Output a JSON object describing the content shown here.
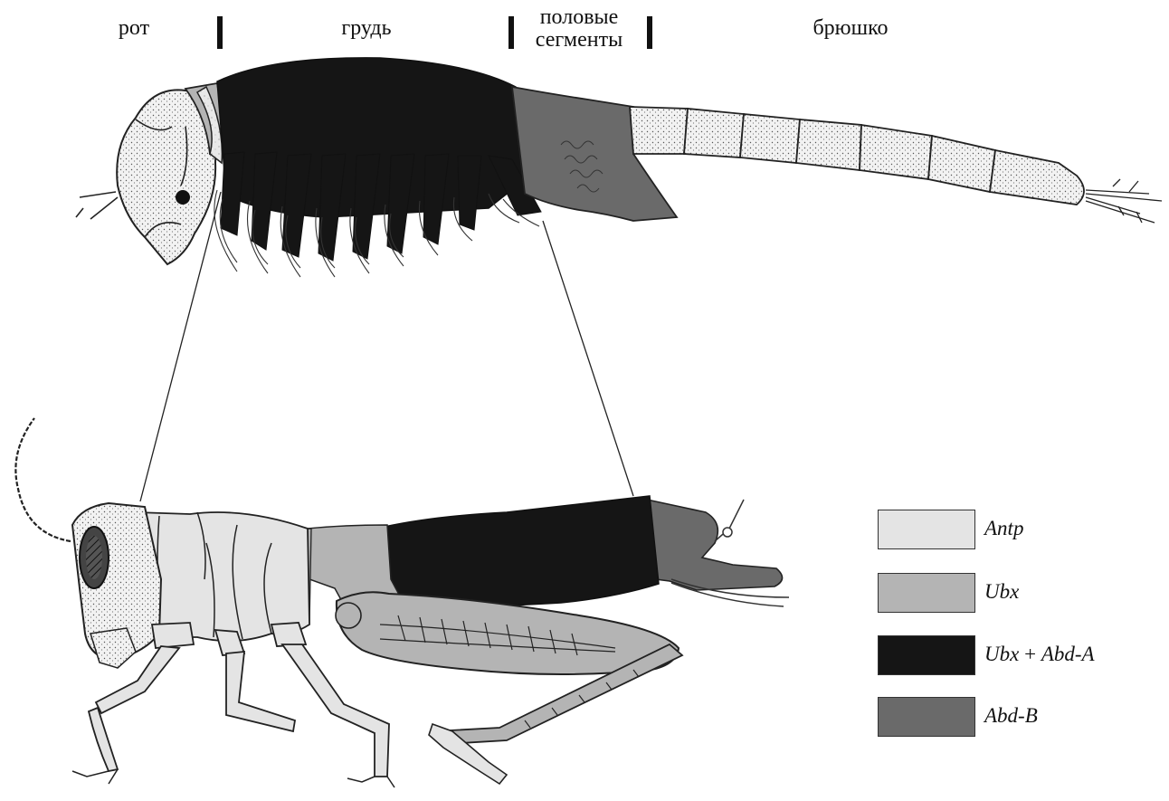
{
  "regions": {
    "mouth": "рот",
    "thorax": "грудь",
    "genital_line1": "половые",
    "genital_line2": "сегменты",
    "abdomen": "брюшко"
  },
  "legend": [
    {
      "gene": "Antp",
      "color": "#e4e4e4"
    },
    {
      "gene": "Ubx",
      "color": "#b4b4b4"
    },
    {
      "gene_a": "Ubx",
      "plus": " + ",
      "gene_b": "Abd-A",
      "color": "#151515"
    },
    {
      "gene": "Abd-B",
      "color": "#6a6a6a"
    }
  ],
  "colors": {
    "antp": "#e4e4e4",
    "ubx": "#b4b4b4",
    "ubx_abda": "#151515",
    "abdb": "#6a6a6a",
    "outline": "#222222"
  }
}
